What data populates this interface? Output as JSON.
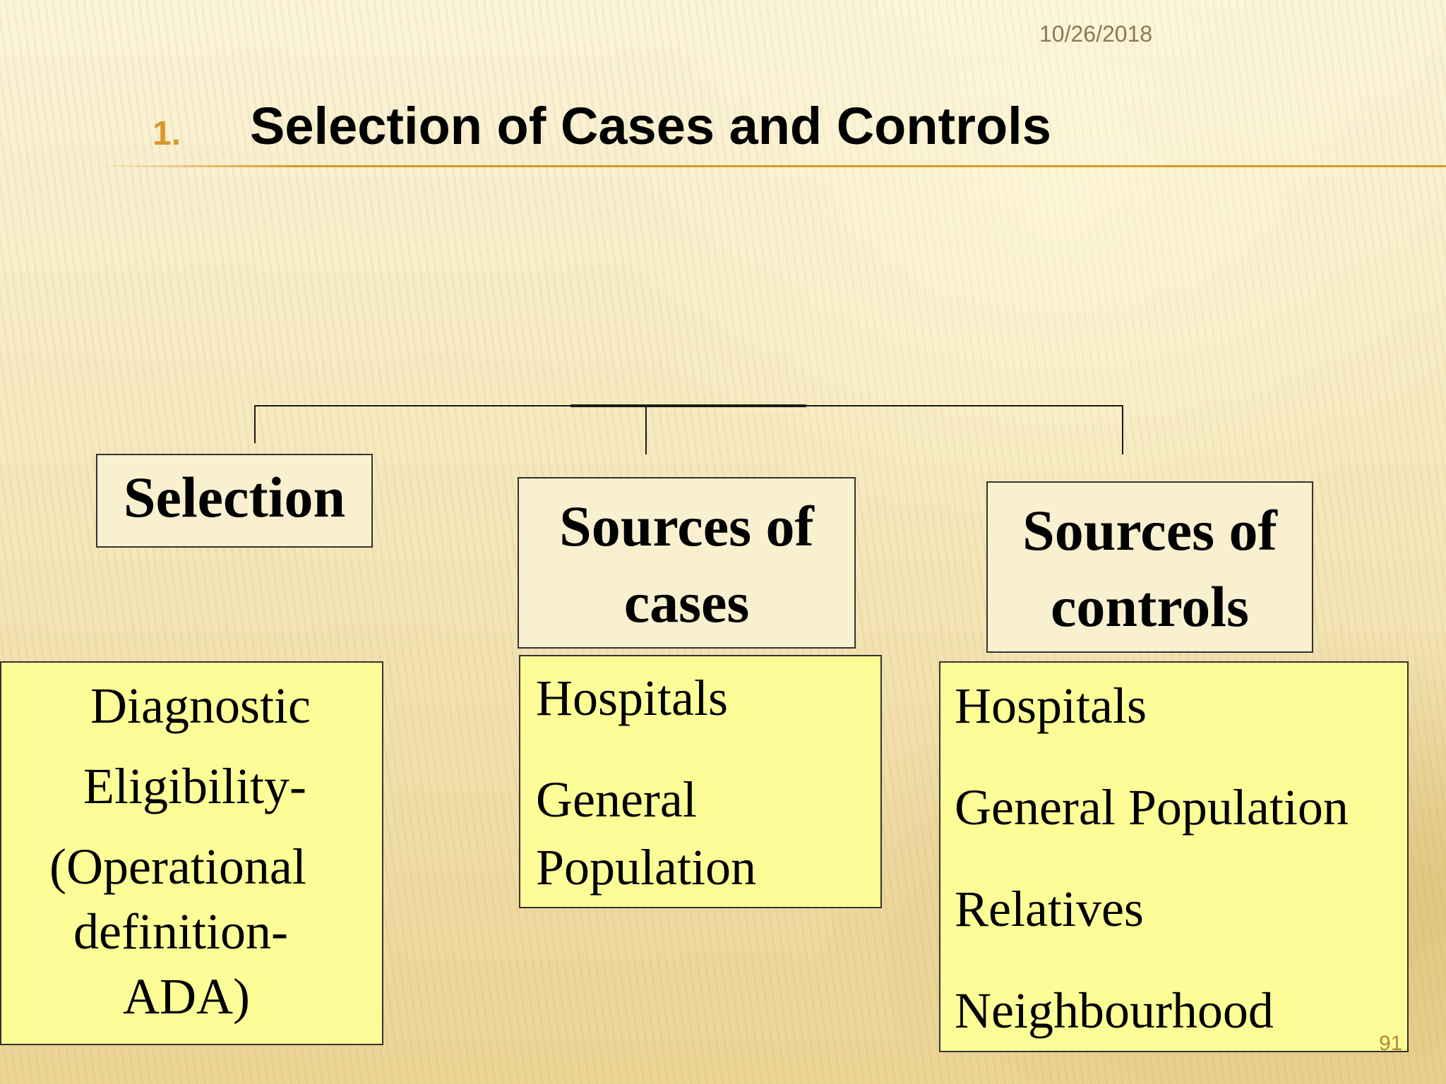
{
  "slide": {
    "date": "10/26/2018",
    "page_number": "91",
    "title_number": "1.",
    "title": "Selection of Cases and Controls"
  },
  "diagram": {
    "columns": [
      {
        "header": [
          "Selection"
        ],
        "items": [
          "Diagnostic",
          "Eligibility-",
          "(Operational",
          "definition-",
          "ADA)"
        ]
      },
      {
        "header": [
          "Sources of",
          "cases"
        ],
        "items": [
          "Hospitals",
          "General",
          "Population"
        ]
      },
      {
        "header": [
          "Sources of",
          "controls"
        ],
        "items": [
          "Hospitals",
          "General Population",
          "Relatives",
          "Neighbourhood"
        ]
      }
    ]
  }
}
